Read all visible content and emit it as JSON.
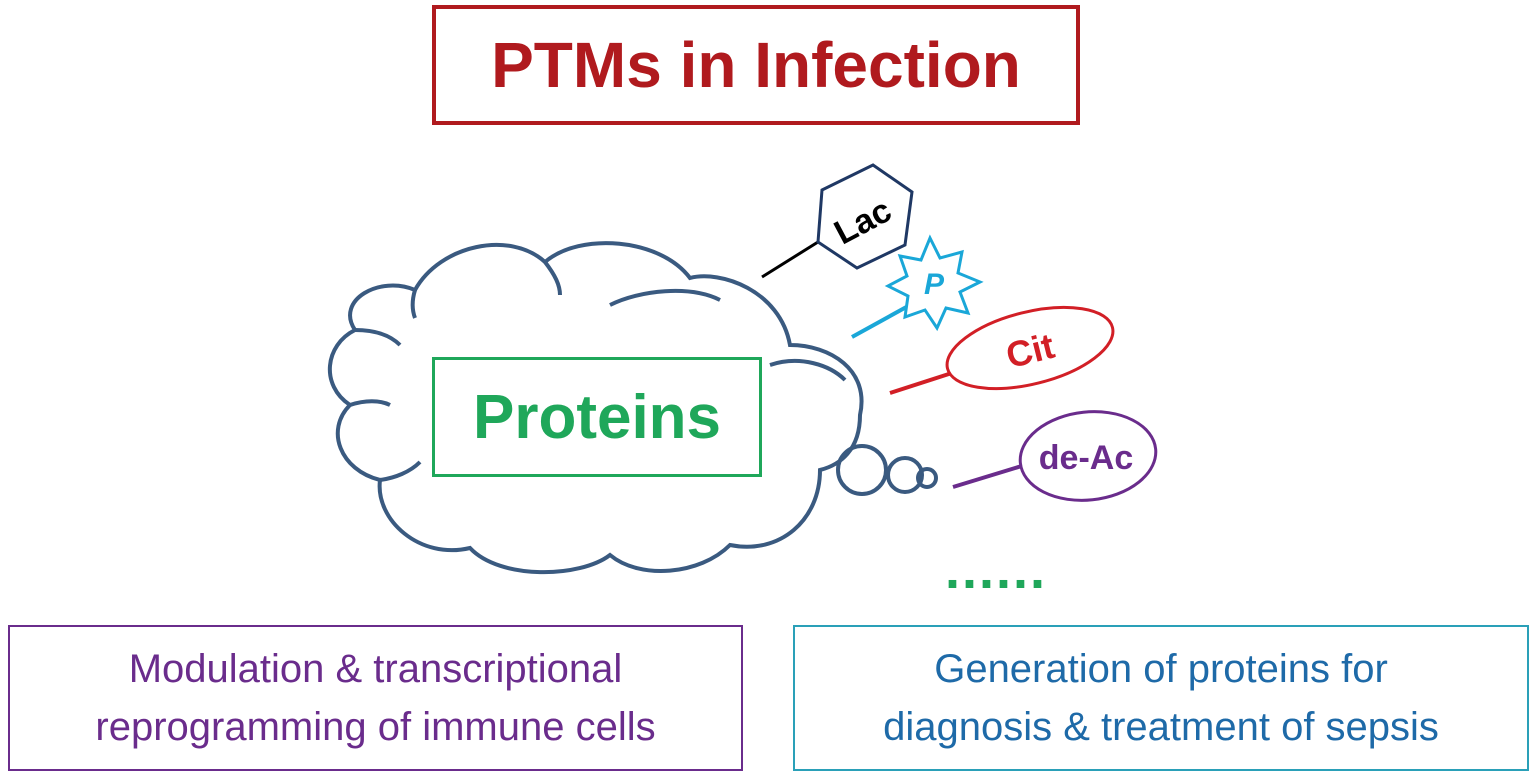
{
  "title": "PTMs in Infection",
  "center_label": "Proteins",
  "modifications": [
    {
      "label": "Lac",
      "shape": "hexagon",
      "color": "#1f3864"
    },
    {
      "label": "P",
      "shape": "star",
      "color": "#1aa7d8"
    },
    {
      "label": "Cit",
      "shape": "ellipse",
      "color": "#d21f26"
    },
    {
      "label": "de-Ac",
      "shape": "ellipse",
      "color": "#6a2c8c"
    }
  ],
  "ellipsis": "......",
  "bottom_left": {
    "line1": "Modulation & transcriptional",
    "line2": "reprogramming of immune cells"
  },
  "bottom_right": {
    "line1": "Generation of proteins for",
    "line2": "diagnosis & treatment of sepsis"
  },
  "colors": {
    "title": "#b01a1e",
    "cloud_outline": "#3a5a80",
    "center": "#1fa75a",
    "ellipsis": "#1fa75a",
    "bottom_left": "#6a2c8c",
    "bottom_right_text": "#1e6aa8",
    "bottom_right_border": "#2aa0b8"
  }
}
